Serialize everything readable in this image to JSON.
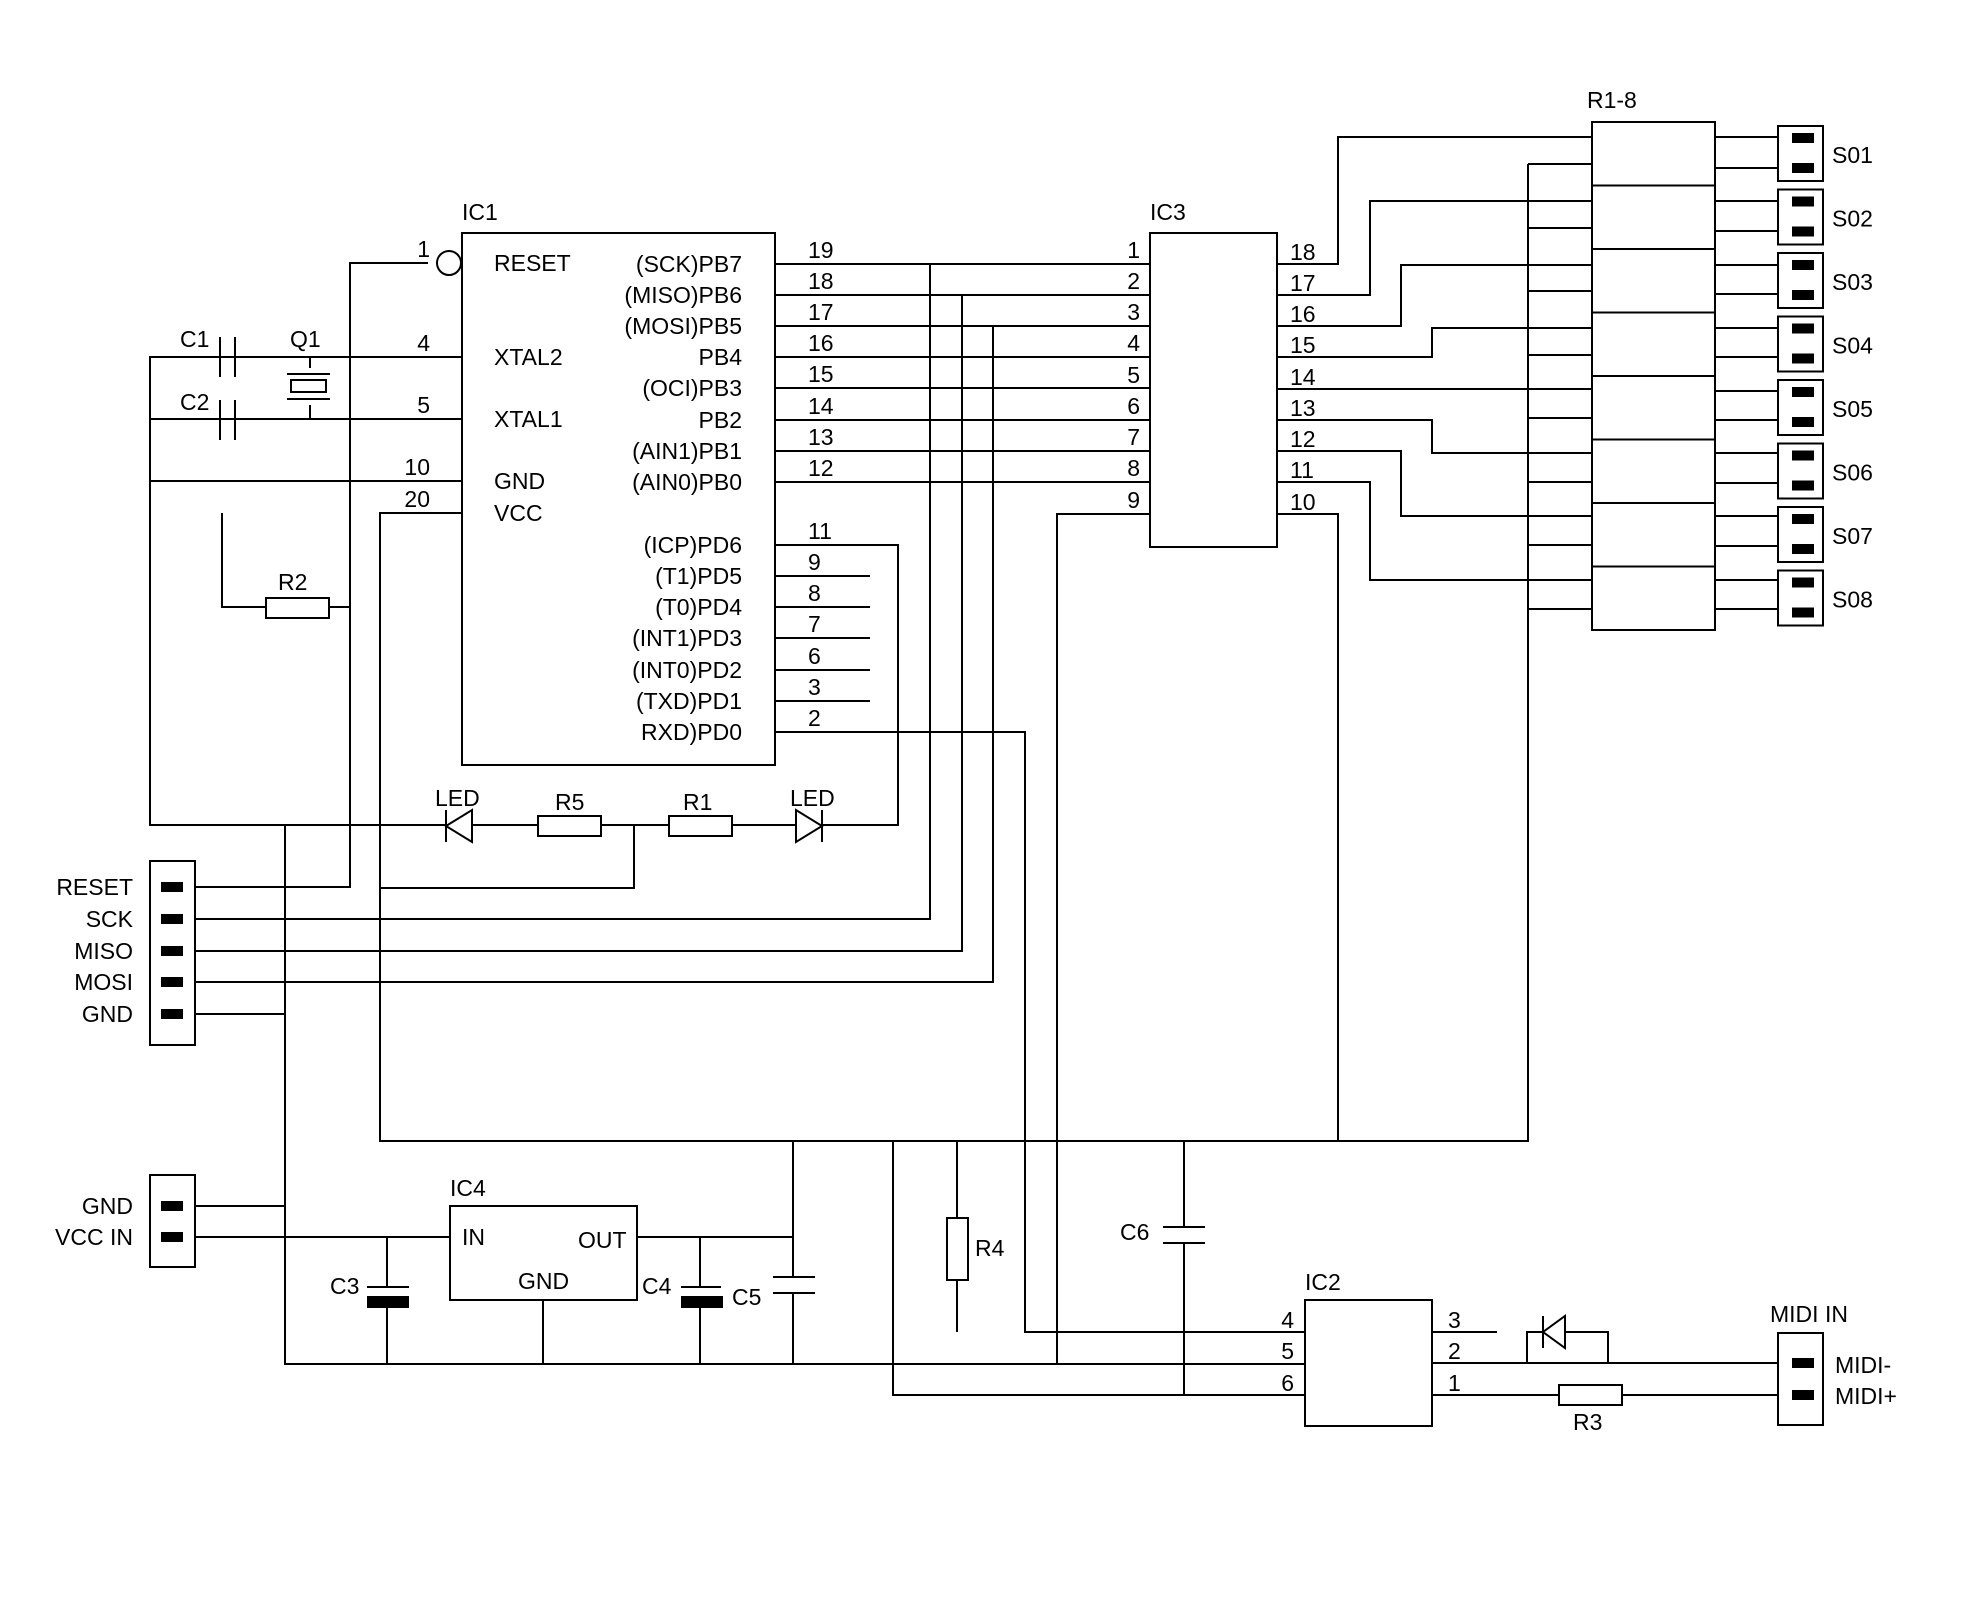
{
  "ic1": {
    "name": "IC1",
    "left_pins": [
      {
        "num": "1",
        "label": "RESET"
      },
      {
        "num": "4",
        "label": "XTAL2"
      },
      {
        "num": "5",
        "label": "XTAL1"
      },
      {
        "num": "10",
        "label": "GND"
      },
      {
        "num": "20",
        "label": "VCC"
      }
    ],
    "right_pins": [
      {
        "num": "19",
        "label": "(SCK)PB7"
      },
      {
        "num": "18",
        "label": "(MISO)PB6"
      },
      {
        "num": "17",
        "label": "(MOSI)PB5"
      },
      {
        "num": "16",
        "label": "PB4"
      },
      {
        "num": "15",
        "label": "(OCI)PB3"
      },
      {
        "num": "14",
        "label": "PB2"
      },
      {
        "num": "13",
        "label": "(AIN1)PB1"
      },
      {
        "num": "12",
        "label": "(AIN0)PB0"
      },
      {
        "num": "11",
        "label": "(ICP)PD6"
      },
      {
        "num": "9",
        "label": "(T1)PD5"
      },
      {
        "num": "8",
        "label": "(T0)PD4"
      },
      {
        "num": "7",
        "label": "(INT1)PD3"
      },
      {
        "num": "6",
        "label": "(INT0)PD2"
      },
      {
        "num": "3",
        "label": "(TXD)PD1"
      },
      {
        "num": "2",
        "label": "RXD)PD0"
      }
    ]
  },
  "ic3": {
    "name": "IC3",
    "left_pins": [
      "1",
      "2",
      "3",
      "4",
      "5",
      "6",
      "7",
      "8",
      "9"
    ],
    "right_pins": [
      "18",
      "17",
      "16",
      "15",
      "14",
      "13",
      "12",
      "11",
      "10"
    ]
  },
  "ic4": {
    "name": "IC4",
    "in": "IN",
    "out": "OUT",
    "gnd": "GND"
  },
  "ic2": {
    "name": "IC2",
    "left_pins": [
      "4",
      "5",
      "6"
    ],
    "right_pins": [
      "3",
      "2",
      "1"
    ]
  },
  "resistor_network": {
    "name": "R1-8"
  },
  "outputs": [
    "S01",
    "S02",
    "S03",
    "S04",
    "S05",
    "S06",
    "S07",
    "S08"
  ],
  "components": {
    "c1": "C1",
    "c2": "C2",
    "q1": "Q1",
    "r2": "R2",
    "led_left": "LED",
    "r5": "R5",
    "r1": "R1",
    "led_right": "LED",
    "c3": "C3",
    "c4": "C4",
    "c5": "C5",
    "c6": "C6",
    "r4": "R4",
    "r3": "R3"
  },
  "isp_connector": [
    "RESET",
    "SCK",
    "MISO",
    "MOSI",
    "GND"
  ],
  "power_connector": [
    "GND",
    "VCC IN"
  ],
  "midi_connector": {
    "title": "MIDI IN",
    "pins": [
      "MIDI-",
      "MIDI+"
    ]
  }
}
